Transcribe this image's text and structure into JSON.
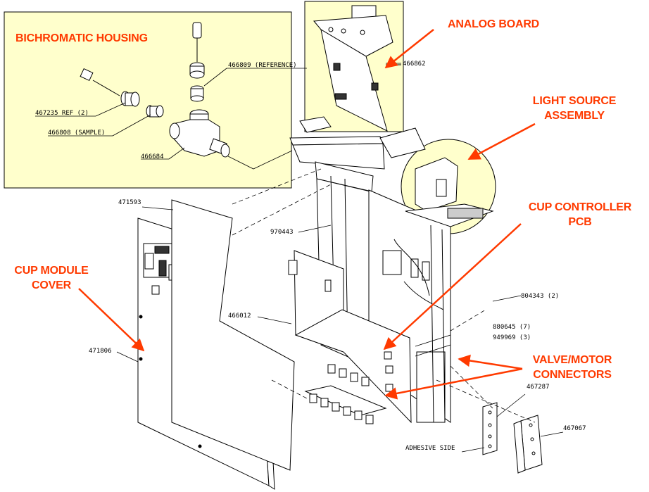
{
  "colors": {
    "callout": "#ff3a00",
    "inset_fill": "#ffffcc",
    "line": "#000000"
  },
  "callouts": {
    "bichromatic_housing": "BICHROMATIC HOUSING",
    "analog_board": "ANALOG BOARD",
    "light_source_1": "LIGHT SOURCE",
    "light_source_2": "ASSEMBLY",
    "cup_controller_1": "CUP CONTROLLER",
    "cup_controller_2": "PCB",
    "cup_module_cover_1": "CUP MODULE",
    "cup_module_cover_2": "COVER",
    "valve_motor_1": "VALVE/MOTOR",
    "valve_motor_2": "CONNECTORS"
  },
  "part_numbers": {
    "p466809": "466809 (REFERENCE)",
    "p467235": "467235 REF (2)",
    "p466808": "466808 (SAMPLE)",
    "p466684": "466684",
    "p466862": "466862",
    "p471593": "471593",
    "p970443": "970443",
    "p466012": "466012",
    "p471806": "471806",
    "p804343": "804343 (2)",
    "p880645": "880645 (7)",
    "p949969": "949969 (3)",
    "p467287": "467287",
    "p467067": "467067",
    "adhesive": "ADHESIVE SIDE"
  }
}
